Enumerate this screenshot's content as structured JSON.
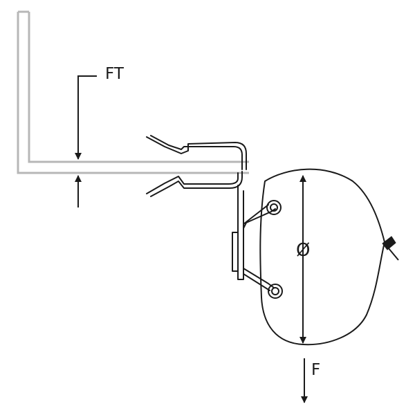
{
  "diagram": {
    "labels": {
      "panel_thickness": "FT",
      "diameter": "Ø",
      "force": "F"
    },
    "colors": {
      "panel": "#b7b7b7",
      "ink": "#1a1a1a",
      "background": "#ffffff"
    },
    "icons": {
      "panel": "l-shaped-panel-edge",
      "clip": "spring-wire-edge-clip",
      "bag": "rounded-bag",
      "tab": "bag-tie-tab"
    }
  }
}
